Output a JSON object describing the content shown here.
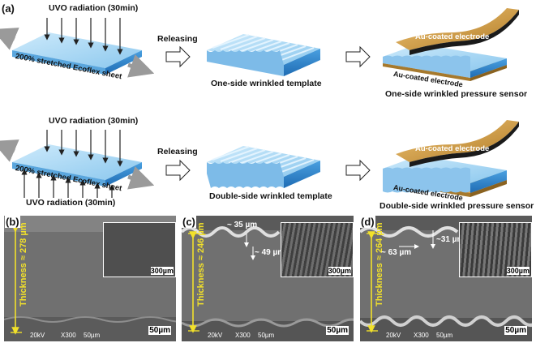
{
  "panels": {
    "a": "(a)",
    "b": "(b)",
    "c": "(c)",
    "d": "(d)"
  },
  "row1": {
    "uvo": "UVO radiation (30min)",
    "sheet": "200% stretched Ecoflex sheet",
    "releasing": "Releasing",
    "template": "One-side wrinkled template",
    "top_electrode": "Au-coated electrode",
    "bottom_electrode": "Au-coated electrode",
    "sensor": "One-side wrinkled pressure sensor"
  },
  "row2": {
    "uvo_top": "UVO radiation (30min)",
    "sheet": "200% stretched Ecoflex sheet",
    "uvo_bottom": "UVO radiation (30min)",
    "releasing": "Releasing",
    "template": "Double-side wrinkled template",
    "top_electrode": "Au-coated electrode",
    "bottom_electrode": "Au-coated electrode",
    "sensor": "Double-side wrinkled pressure sensor"
  },
  "sem_b": {
    "thickness": "Thickness ≈ 278 µm",
    "inset_scale": "300µm",
    "kv": "20kV",
    "mag": "X300",
    "bar": "50µm",
    "scale": "50µm"
  },
  "sem_c": {
    "thickness": "Thickness ≈ 246 µm",
    "wave1": "~ 35 µm",
    "wave2": "~ 49 µm",
    "inset_scale": "300µm",
    "kv": "20kV",
    "mag": "X300",
    "bar": "50µm",
    "scale": "50µm"
  },
  "sem_d": {
    "thickness": "Thickness ≈ 264 µm",
    "wave1": "~31 µm",
    "wave2": "~ 63 µm",
    "inset_scale": "300µm",
    "kv": "20kV",
    "mag": "X300",
    "bar": "50µm",
    "scale": "50µm"
  },
  "colors": {
    "sheet_top": "#a8d8f4",
    "sheet_side": "#3a8fd4",
    "gold": "#d8a24a",
    "thickness_arrow": "#f2e12a",
    "sem_gray": "#6c6c6c"
  }
}
